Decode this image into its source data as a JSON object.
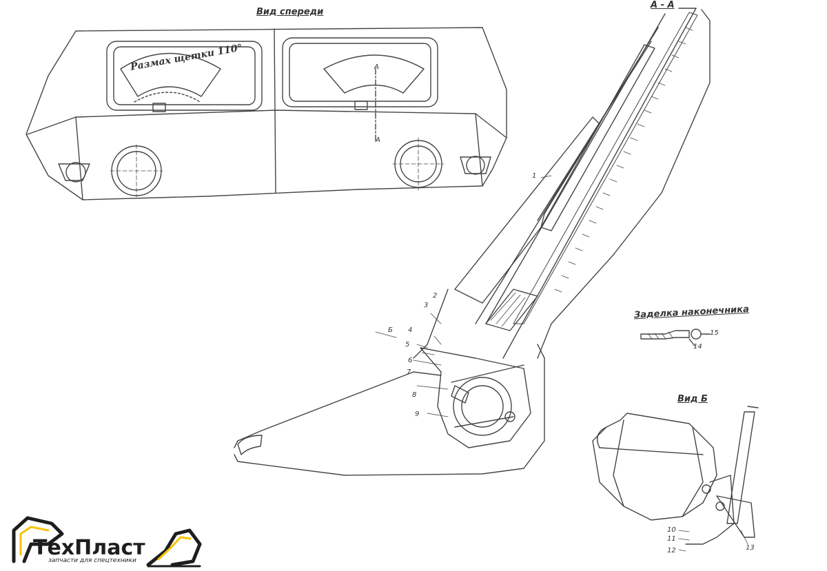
{
  "titles": {
    "front_view": "Вид спереди",
    "section_aa": "А - А",
    "tip_termination": "Заделка наконечника",
    "view_b": "Вид Б"
  },
  "front_view": {
    "arc_label": "Размах щетки 110°",
    "section_marks": [
      "А",
      "А"
    ]
  },
  "callouts": {
    "c1": "1",
    "c2": "2",
    "c3": "3",
    "c4": "4",
    "c5": "5",
    "c6": "6",
    "c7": "7",
    "c8": "8",
    "c9": "9",
    "c10": "10",
    "c11": "11",
    "c12": "12",
    "c13": "13",
    "c14": "14",
    "c15": "15",
    "view_b_mark": "Б"
  },
  "logo": {
    "name": "ТехПласт",
    "tagline": "запчасти для спецтехники",
    "colors": {
      "text": "#1e1e1e",
      "accent": "#f5c400"
    }
  }
}
